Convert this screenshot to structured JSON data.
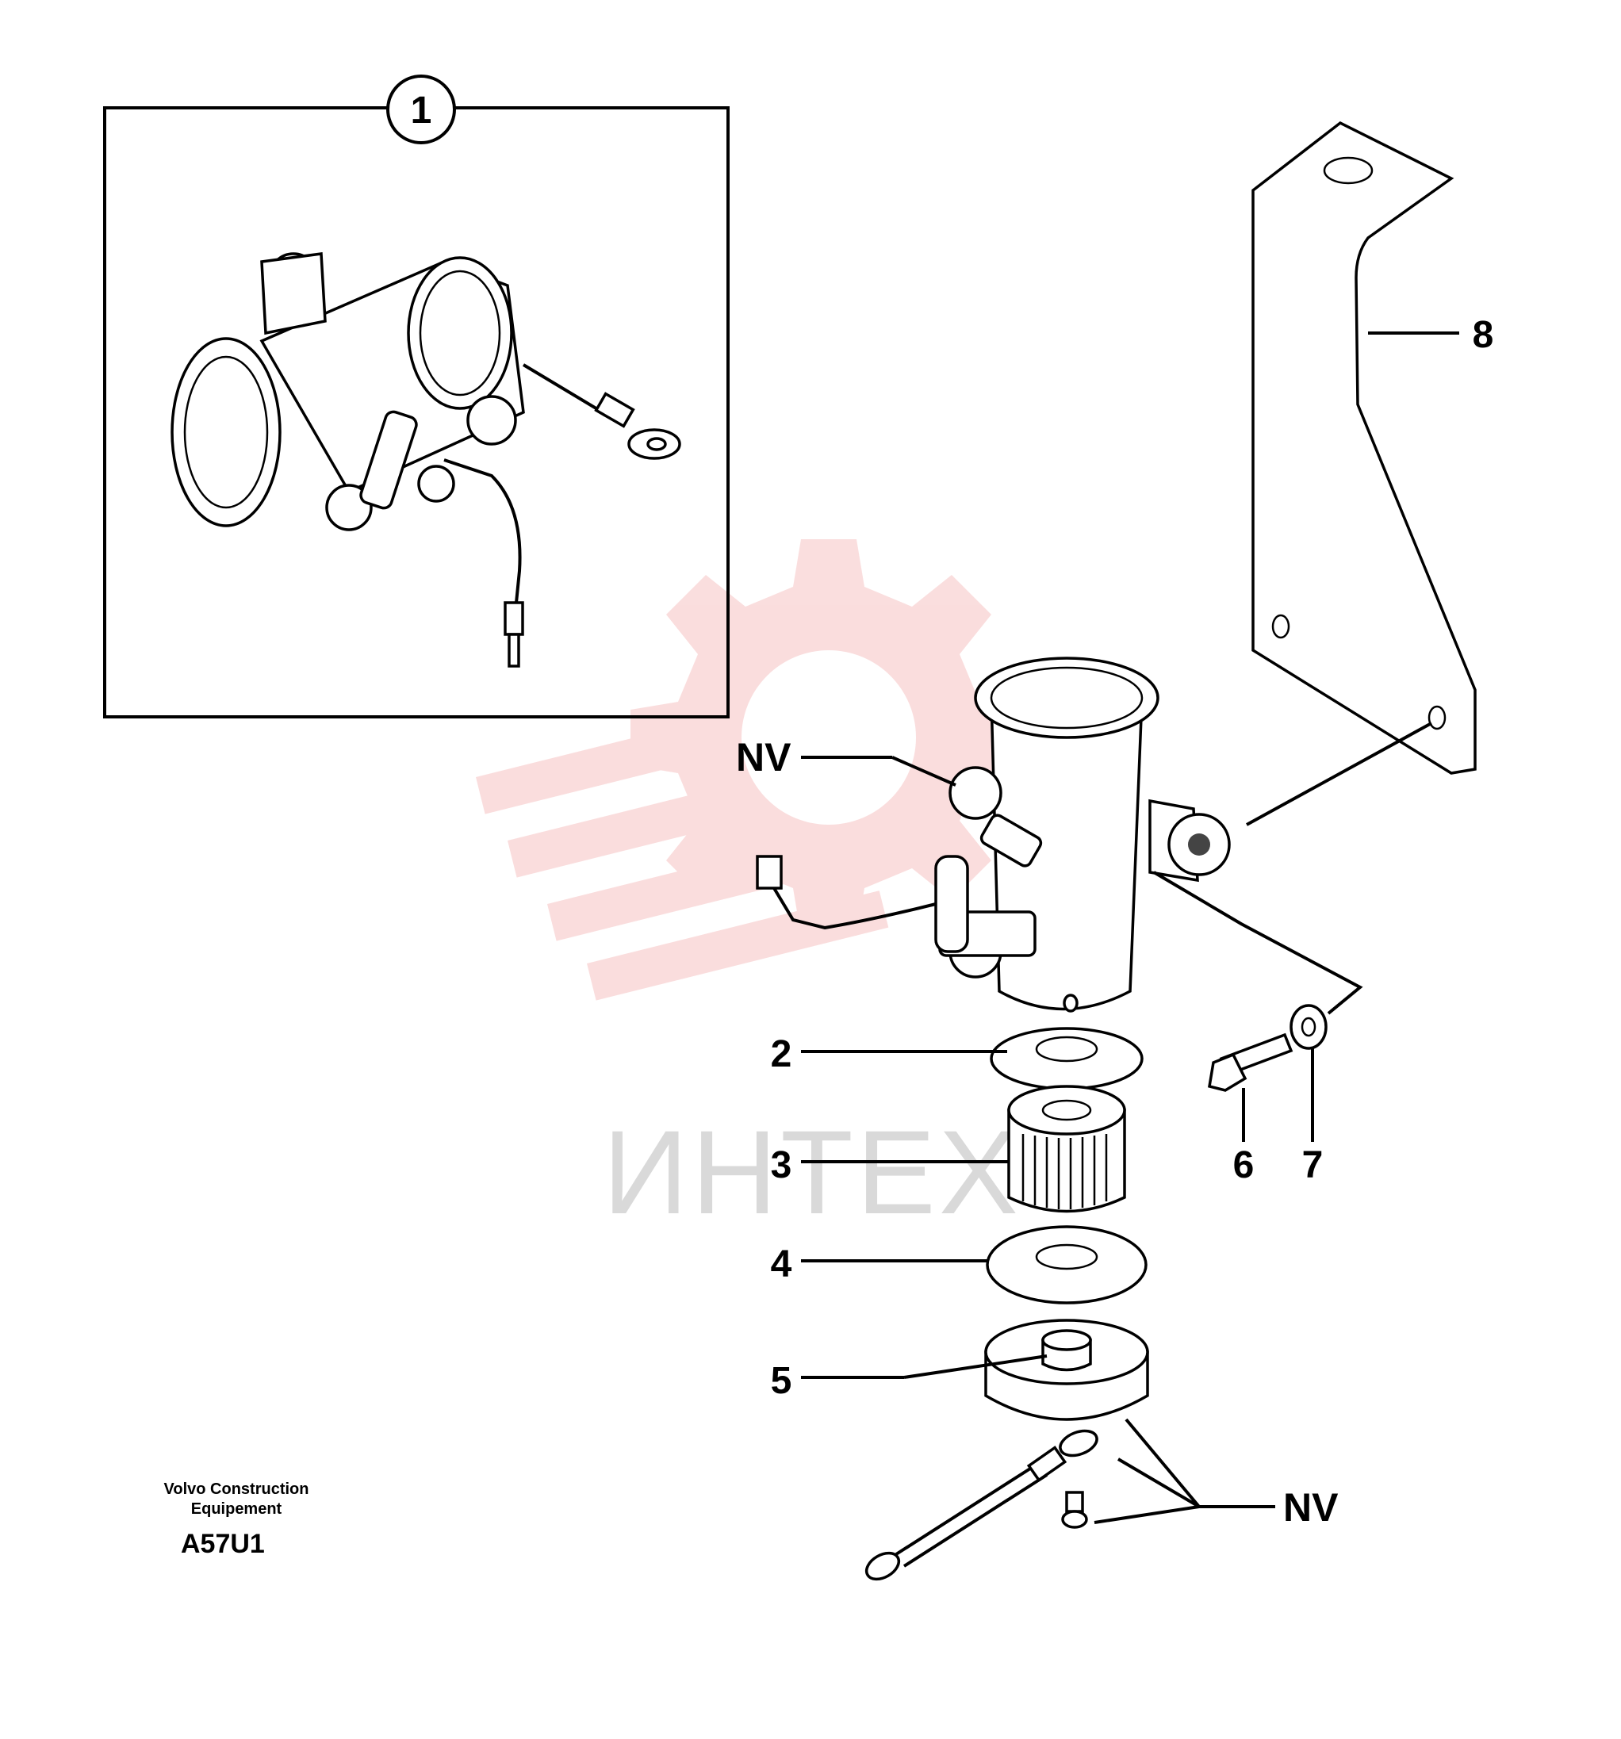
{
  "inset": {
    "callout": "1"
  },
  "callouts": {
    "p2": "2",
    "p3": "3",
    "p4": "4",
    "p5": "5",
    "p6": "6",
    "p7": "7",
    "p8": "8",
    "nv_top": "NV",
    "nv_bottom": "NV"
  },
  "caption": {
    "line1": "Volvo Construction",
    "line2": "Equipement",
    "code": "A57U1"
  },
  "watermark": {
    "text": "ИНТЕХ",
    "color": "#f2a0a0"
  }
}
